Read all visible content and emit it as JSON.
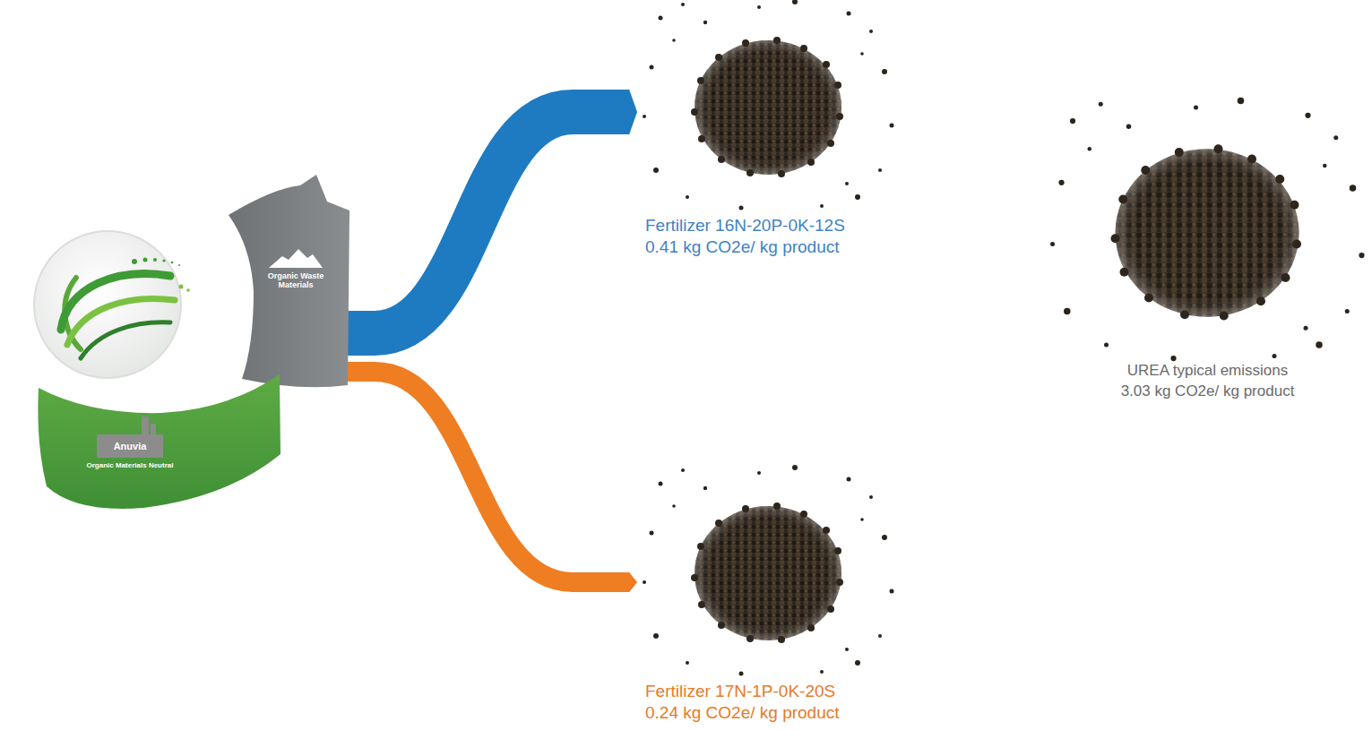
{
  "diagram": {
    "nodes": [
      {
        "text": [
          "Organic Waste Materials"
        ]
      },
      {
        "text": [
          "Anuvia",
          "Organic Materials Neutral"
        ]
      },
      {
        "text": [
          "Fertilizer 16N-20P-0K-12S",
          "0.41 kg CO2e/ kg product"
        ]
      },
      {
        "text": [
          "Fertilizer 17N-1P-0K-20S",
          "0.24 kg CO2e/ kg product"
        ]
      },
      {
        "text": [
          "UREA typical emissions",
          "3.03 kg CO2e/ kg product"
        ]
      }
    ],
    "edges": [
      {
        "from": 0,
        "to": 2,
        "arrow": "to"
      },
      {
        "from": 0,
        "to": 3,
        "arrow": "to"
      }
    ]
  }
}
